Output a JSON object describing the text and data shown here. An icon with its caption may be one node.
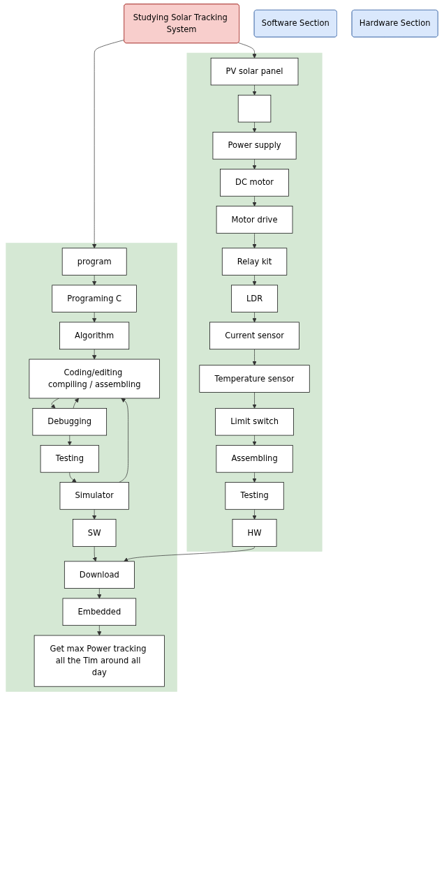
{
  "diagram": {
    "nodes": [
      {
        "text": [
          "Studying Solar Tracking System"
        ]
      },
      {
        "text": [
          "Software Section"
        ]
      },
      {
        "text": [
          "Hardware Section"
        ]
      },
      {
        "text": [],
        "shape": "bar"
      },
      {
        "text": [
          "program"
        ],
        "in": 3
      },
      {
        "text": [
          "Programing C"
        ],
        "in": 3
      },
      {
        "text": [
          "Algorithm"
        ],
        "in": 3
      },
      {
        "text": [
          "Coding/editing compiling / assembling"
        ],
        "in": 3
      },
      {
        "text": [
          "Debugging"
        ],
        "in": 3
      },
      {
        "text": [
          "Testing"
        ],
        "in": 3
      },
      {
        "text": [
          "Simulator"
        ],
        "in": 3
      },
      {
        "text": [
          "SW"
        ],
        "in": 3
      },
      {
        "text": [
          "Download"
        ],
        "in": 3
      },
      {
        "text": [
          "Embedded"
        ],
        "in": 3
      },
      {
        "text": [
          "Get max Power tracking all the Tim around all day"
        ],
        "in": 3
      },
      {
        "text": [],
        "shape": "bar"
      },
      {
        "text": [
          "PV solar panel"
        ],
        "in": 15
      },
      {
        "text": [],
        "shape": "box",
        "in": 15
      },
      {
        "text": [
          "Power supply"
        ],
        "in": 15
      },
      {
        "text": [
          "DC motor"
        ],
        "in": 15
      },
      {
        "text": [
          "Motor drive"
        ],
        "in": 15
      },
      {
        "text": [
          "Relay kit"
        ],
        "in": 15
      },
      {
        "text": [
          "LDR"
        ],
        "in": 15
      },
      {
        "text": [
          "Current sensor"
        ],
        "in": 15
      },
      {
        "text": [
          "Temperature sensor"
        ],
        "in": 15
      },
      {
        "text": [
          "Limit switch"
        ],
        "in": 15
      },
      {
        "text": [
          "Assembling"
        ],
        "in": 15
      },
      {
        "text": [
          "Testing"
        ],
        "in": 15
      },
      {
        "text": [
          "HW"
        ],
        "in": 15
      }
    ],
    "edges": [
      {
        "from": 0,
        "to": 4,
        "arrow": "to"
      },
      {
        "from": 0,
        "to": 16,
        "arrow": "to"
      },
      {
        "from": 4,
        "to": 5,
        "arrow": "to"
      },
      {
        "from": 5,
        "to": 6,
        "arrow": "to"
      },
      {
        "from": 6,
        "to": 7,
        "arrow": "to"
      },
      {
        "from": 7,
        "to": 8,
        "arrow": "to"
      },
      {
        "from": 8,
        "to": 9,
        "arrow": "to"
      },
      {
        "from": 9,
        "to": 10,
        "arrow": "to"
      },
      {
        "from": 10,
        "to": 11,
        "arrow": "to"
      },
      {
        "from": 11,
        "to": 12,
        "arrow": "to"
      },
      {
        "from": 12,
        "to": 13,
        "arrow": "to"
      },
      {
        "from": 13,
        "to": 14,
        "arrow": "to"
      },
      {
        "from": 16,
        "to": 17,
        "arrow": "to"
      },
      {
        "from": 17,
        "to": 18,
        "arrow": "to"
      },
      {
        "from": 18,
        "to": 19,
        "arrow": "to"
      },
      {
        "from": 19,
        "to": 20,
        "arrow": "to"
      },
      {
        "from": 20,
        "to": 21,
        "arrow": "to"
      },
      {
        "from": 21,
        "to": 22,
        "arrow": "to"
      },
      {
        "from": 22,
        "to": 23,
        "arrow": "to"
      },
      {
        "from": 23,
        "to": 24,
        "arrow": "to"
      },
      {
        "from": 24,
        "to": 25,
        "arrow": "to"
      },
      {
        "from": 25,
        "to": 26,
        "arrow": "to"
      },
      {
        "from": 26,
        "to": 27,
        "arrow": "to"
      },
      {
        "from": 27,
        "to": 28,
        "arrow": "to"
      },
      {
        "from": 10,
        "to": 7,
        "arrow": "to"
      },
      {
        "from": 8,
        "to": 7,
        "arrow": "to"
      },
      {
        "from": 28,
        "to": 12,
        "arrow": "to"
      }
    ]
  }
}
